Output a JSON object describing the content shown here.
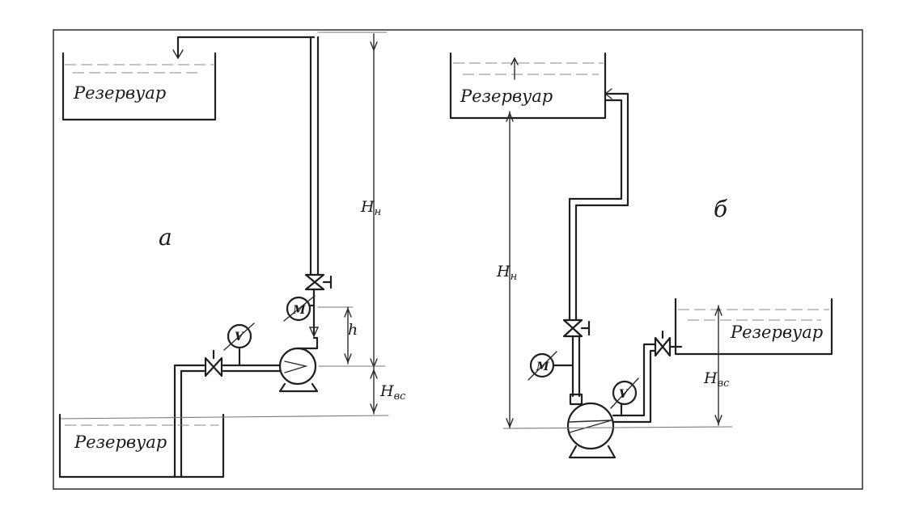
{
  "diagram": {
    "left": {
      "label": "а",
      "tank_upper_label": "Резервуар",
      "tank_lower_label": "Резервуар",
      "pressure_gauge_label": "M",
      "vacuum_gauge_label": "V",
      "head_discharge_label_main": "H",
      "head_discharge_label_sub": "н",
      "head_suction_label_main": "H",
      "head_suction_label_sub": "вс",
      "gauge_offset_label": "h"
    },
    "right": {
      "label": "б",
      "tank_upper_label": "Резервуар",
      "tank_side_label": "Резервуар",
      "pressure_gauge_label": "M",
      "vacuum_gauge_label": "V",
      "head_discharge_label_main": "H",
      "head_discharge_label_sub": "н",
      "head_suction_label_main": "H",
      "head_suction_label_sub": "вс"
    }
  }
}
